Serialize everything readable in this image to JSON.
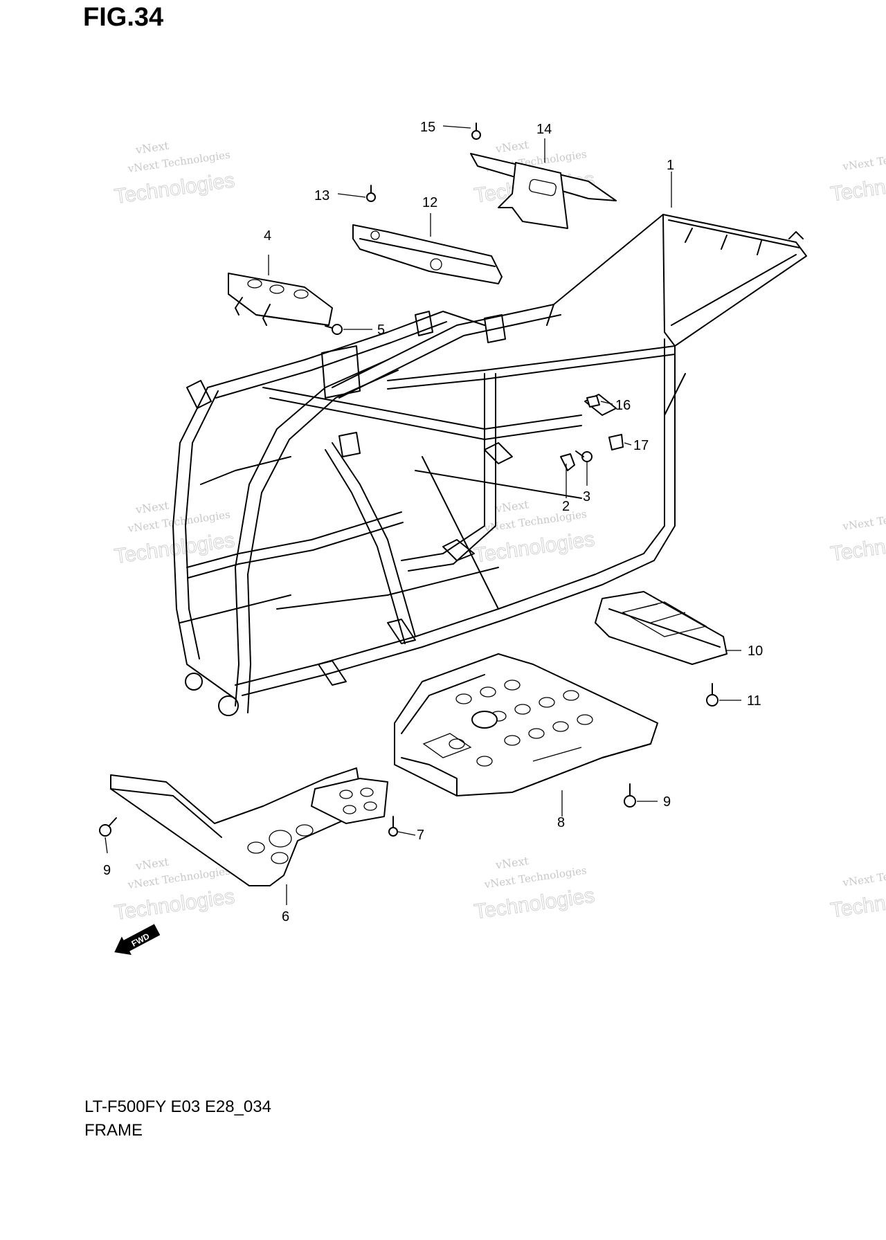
{
  "figure": {
    "title": "FIG.34"
  },
  "footer": {
    "model_code": "LT-F500FY E03 E28_034",
    "section": "FRAME"
  },
  "watermark": {
    "line1": "vNext",
    "line2": "vNext Technologies",
    "line3": "Technologies"
  },
  "direction_badge": "FWD",
  "callouts": [
    {
      "number": "1",
      "part": "frame"
    },
    {
      "number": "2",
      "part": "clamp"
    },
    {
      "number": "3",
      "part": "bolt"
    },
    {
      "number": "4",
      "part": "bracket"
    },
    {
      "number": "5",
      "part": "bolt"
    },
    {
      "number": "6",
      "part": "front skid plate"
    },
    {
      "number": "7",
      "part": "bolt"
    },
    {
      "number": "8",
      "part": "center skid plate"
    },
    {
      "number": "9",
      "part": "bolt"
    },
    {
      "number": "9",
      "part": "bolt"
    },
    {
      "number": "10",
      "part": "rear skid plate"
    },
    {
      "number": "11",
      "part": "bolt"
    },
    {
      "number": "12",
      "part": "bracket"
    },
    {
      "number": "13",
      "part": "bolt"
    },
    {
      "number": "14",
      "part": "bracket"
    },
    {
      "number": "15",
      "part": "bolt"
    },
    {
      "number": "16",
      "part": "clip"
    },
    {
      "number": "17",
      "part": "clip"
    }
  ]
}
